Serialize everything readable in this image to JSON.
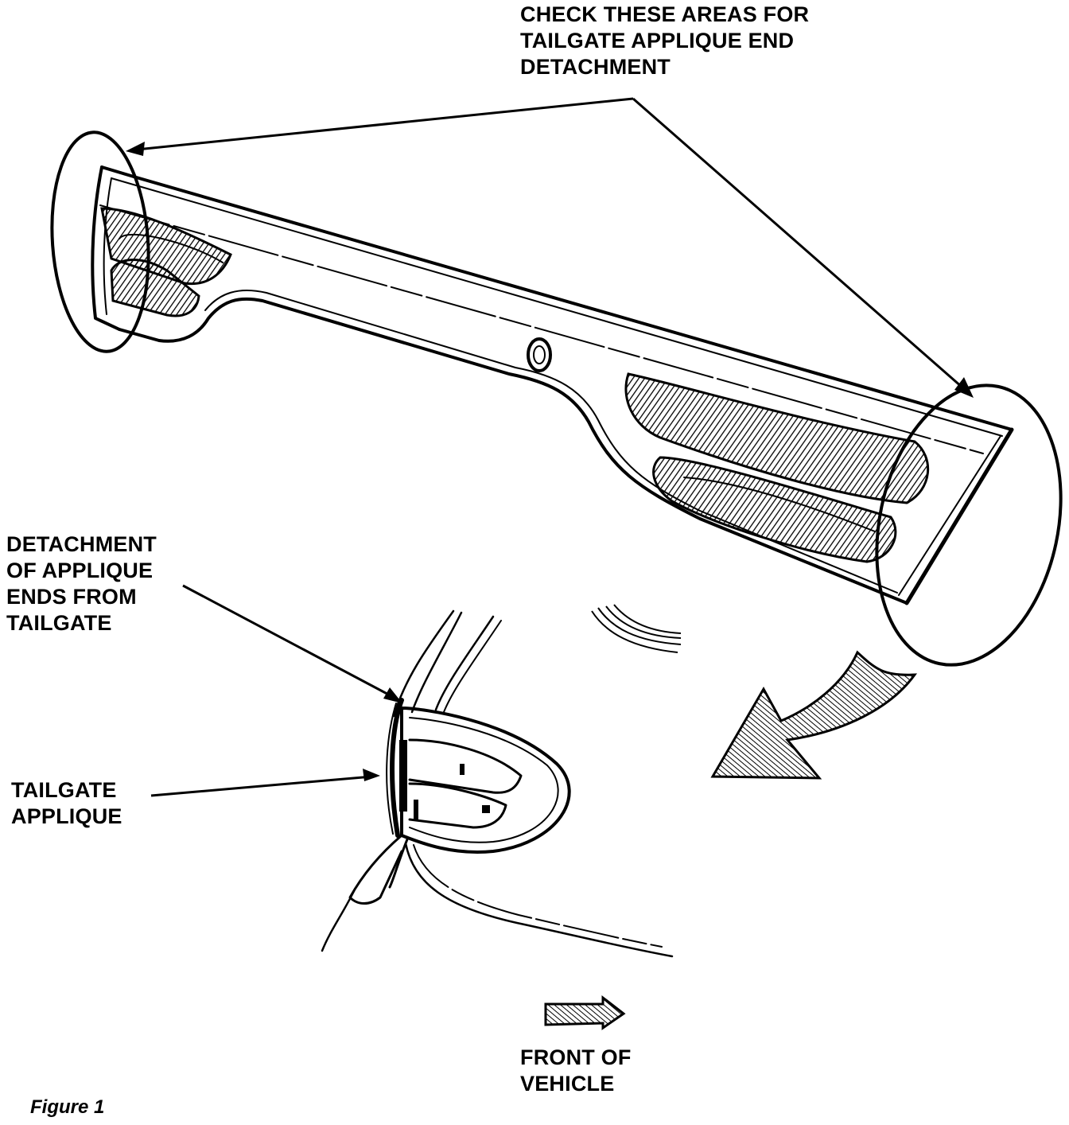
{
  "callouts": {
    "check_areas": "CHECK THESE AREAS FOR\nTAILGATE APPLIQUE END\nDETACHMENT",
    "detachment": "DETACHMENT\nOF APPLIQUE\nENDS FROM\nTAILGATE",
    "tailgate_applique": "TAILGATE\nAPPLIQUE",
    "front_of_vehicle": "FRONT OF\nVEHICLE"
  },
  "caption": "Figure 1",
  "colors": {
    "ink": "#000000",
    "paper": "#ffffff"
  }
}
